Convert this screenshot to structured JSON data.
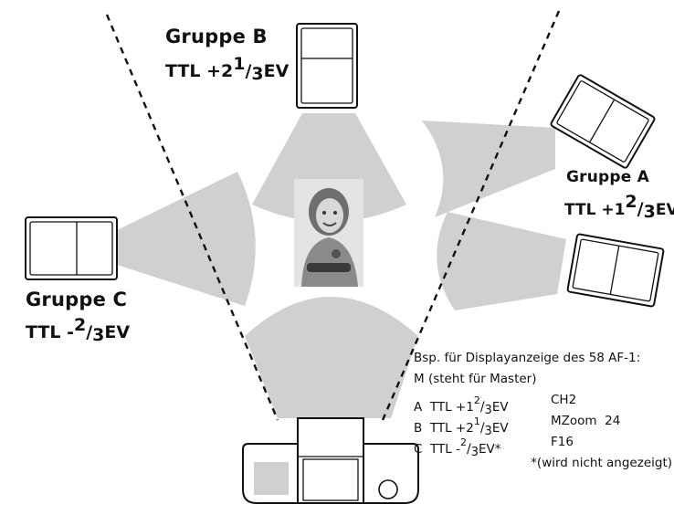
{
  "groups": {
    "b": {
      "name": "Gruppe B",
      "ttl_prefix": "TTL +2",
      "frac_num": "1",
      "frac_den": "3",
      "unit": "EV"
    },
    "a": {
      "name": "Gruppe A",
      "ttl_prefix": "TTL +1",
      "frac_num": "2",
      "frac_den": "3",
      "unit": "EV"
    },
    "c": {
      "name": "Gruppe C",
      "ttl_prefix": "TTL -",
      "frac_num": "2",
      "frac_den": "3",
      "unit": "EV"
    }
  },
  "legend": {
    "heading": "Bsp. für Displayanzeige des 58 AF-1:",
    "master": "M (steht für Master)",
    "rows": [
      {
        "group": "A",
        "ttl_prefix": "TTL +1",
        "frac_num": "2",
        "frac_den": "3",
        "unit": "EV",
        "display": "CH2"
      },
      {
        "group": "B",
        "ttl_prefix": "TTL +2",
        "frac_num": "1",
        "frac_den": "3",
        "unit": "EV",
        "display": "MZoom  24"
      },
      {
        "group": "C",
        "ttl_prefix": "TTL -",
        "frac_num": "2",
        "frac_den": "3",
        "unit": "EV*",
        "display": "F16"
      }
    ],
    "footnote": "*(wird nicht angezeigt)"
  },
  "colors": {
    "beam": "#d0d0d0",
    "outline": "#111111",
    "cone_line": "#111111"
  },
  "icons": {
    "flash_b": "flash-unit-icon",
    "flash_a1": "flash-unit-icon",
    "flash_a2": "flash-unit-icon",
    "flash_c": "flash-unit-icon",
    "camera": "camera-icon",
    "photo": "child-photo"
  }
}
